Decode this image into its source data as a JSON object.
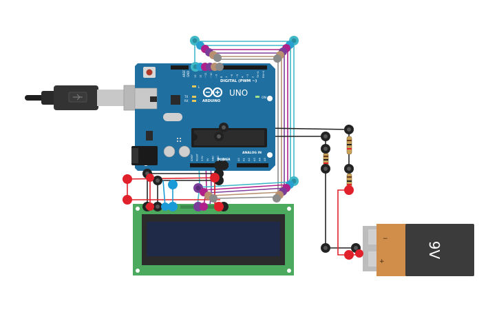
{
  "arduino": {
    "logo_text": "ARDUINO",
    "model": "UNO",
    "digital_label": "DIGITAL (PWM ~)",
    "power_label": "POWER",
    "analog_label": "ANALOG IN",
    "aref_label": "AREF",
    "gnd_label": "GND",
    "tx_label": "TX",
    "rx_label": "RX",
    "l_label": "L",
    "on_label": "ON",
    "digital_pins": [
      "13",
      "12",
      "~11",
      "~10",
      "~9",
      "8",
      "7",
      "~6",
      "~5",
      "4",
      "~3",
      "2",
      "TX→1",
      "RX←0"
    ],
    "power_pins": [
      "IOREF",
      "RESET",
      "3.3V",
      "5V",
      "GND",
      "GND",
      "Vin"
    ],
    "analog_pins": [
      "A0",
      "A1",
      "A2",
      "A3",
      "A4",
      "A5"
    ]
  },
  "battery": {
    "label": "9V",
    "minus": "−",
    "plus": "+"
  },
  "colors": {
    "board": "#1f6fa0",
    "board_dark": "#175a84",
    "lcd_pcb": "#4caa5e",
    "lcd_screen": "#1f2a48",
    "battery_body": "#3b3b3b",
    "battery_cap": "#d08e4a",
    "wire_red": "#e0202a",
    "wire_black": "#222222",
    "wire_cyan": "#3fb8c8",
    "wire_magenta": "#b0208a",
    "wire_purple": "#7a3d9a",
    "wire_tan": "#b89070",
    "wire_gray": "#8a8a8a",
    "resistor": "#c9a25a"
  },
  "icons": [
    "usb-cable-icon",
    "arduino-infinity-logo-icon",
    "reset-button-icon"
  ]
}
